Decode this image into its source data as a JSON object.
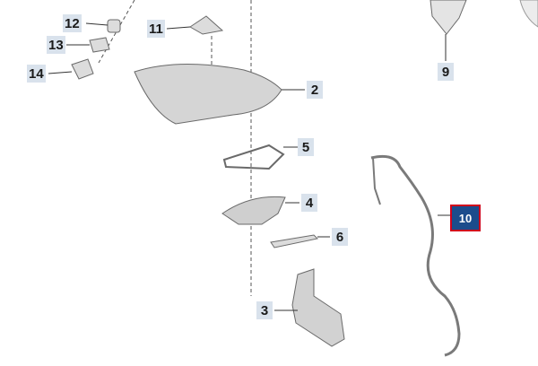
{
  "diagram": {
    "callouts": [
      {
        "id": "c12",
        "label": "12"
      },
      {
        "id": "c13",
        "label": "13"
      },
      {
        "id": "c14",
        "label": "14"
      },
      {
        "id": "c11",
        "label": "11"
      },
      {
        "id": "c9",
        "label": "9"
      },
      {
        "id": "c2",
        "label": "2"
      },
      {
        "id": "c5",
        "label": "5"
      },
      {
        "id": "c4",
        "label": "4"
      },
      {
        "id": "c6",
        "label": "6"
      },
      {
        "id": "c3",
        "label": "3"
      },
      {
        "id": "c10",
        "label": "10"
      }
    ],
    "selected_callout": "10",
    "colors": {
      "label_bg": "#d9e2ec",
      "selected_bg": "#1c4c8c",
      "selected_border": "#d0021b",
      "part_fill": "#dcdcdc",
      "part_stroke": "#6a6a6a"
    }
  }
}
